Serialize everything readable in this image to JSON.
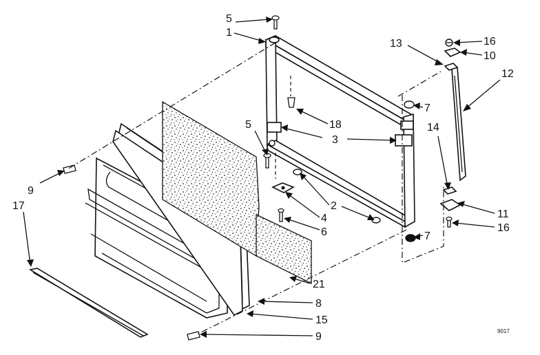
{
  "diagram": {
    "code": "9017",
    "callouts": [
      {
        "id": "c5a",
        "text": "5"
      },
      {
        "id": "c1",
        "text": "1"
      },
      {
        "id": "c13",
        "text": "13"
      },
      {
        "id": "c16a",
        "text": "16"
      },
      {
        "id": "c10",
        "text": "10"
      },
      {
        "id": "c12",
        "text": "12"
      },
      {
        "id": "c7a",
        "text": "7"
      },
      {
        "id": "c18",
        "text": "18"
      },
      {
        "id": "c5b",
        "text": "5"
      },
      {
        "id": "c3",
        "text": "3"
      },
      {
        "id": "c14",
        "text": "14"
      },
      {
        "id": "c9a",
        "text": "9"
      },
      {
        "id": "c17",
        "text": "17"
      },
      {
        "id": "c2",
        "text": "2"
      },
      {
        "id": "c4",
        "text": "4"
      },
      {
        "id": "c6",
        "text": "6"
      },
      {
        "id": "c11",
        "text": "11"
      },
      {
        "id": "c16b",
        "text": "16"
      },
      {
        "id": "c7b",
        "text": "7"
      },
      {
        "id": "c21",
        "text": "21"
      },
      {
        "id": "c8",
        "text": "8"
      },
      {
        "id": "c15",
        "text": "15"
      },
      {
        "id": "c9b",
        "text": "9"
      }
    ]
  }
}
